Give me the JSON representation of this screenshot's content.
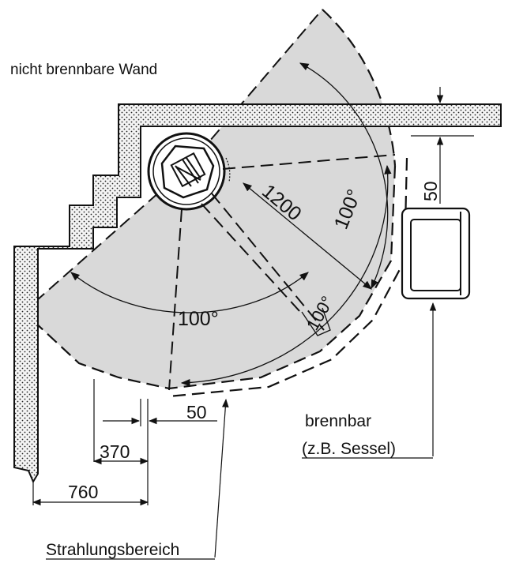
{
  "labels": {
    "wall_note": "nicht brennbare Wand",
    "combustible": "brennbar",
    "combustible_example": "(z.B. Sessel)",
    "radiation_zone": "Strahlungsbereich"
  },
  "dimensions": {
    "radius": "1200",
    "angle_top": "100°",
    "angle_left": "100°",
    "angle_right": "100°",
    "gap_top": "50",
    "gap_bottom": "50",
    "offset_370": "370",
    "offset_760": "760"
  },
  "colors": {
    "zone_fill": "#d9d9d9",
    "line": "#111111",
    "wall_fill": "#f4f4f4"
  }
}
